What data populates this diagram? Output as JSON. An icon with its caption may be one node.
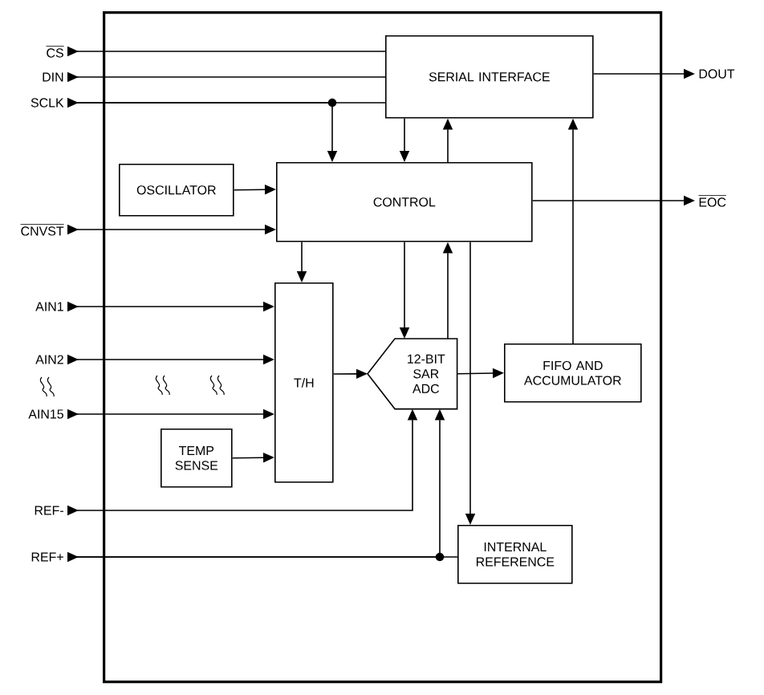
{
  "diagram": {
    "nodes": [
      {
        "text": [],
        "shape": "box"
      },
      {
        "text": [
          "CS"
        ]
      },
      {
        "text": [
          "DIN"
        ]
      },
      {
        "text": [
          "SCLK"
        ]
      },
      {
        "text": [
          "SERIAL INTERFACE"
        ],
        "in": 0
      },
      {
        "text": [
          "DOUT"
        ]
      },
      {
        "text": [
          "OSCILLATOR"
        ],
        "in": 0
      },
      {
        "text": [
          "CONTROL"
        ],
        "in": 0
      },
      {
        "text": [
          "EOC"
        ]
      },
      {
        "text": [
          "CNVST"
        ]
      },
      {
        "text": [
          "AIN1"
        ]
      },
      {
        "text": [
          "T/H"
        ],
        "in": 0
      },
      {
        "text": [
          "12-BIT SAR ADC"
        ],
        "in": 0
      },
      {
        "text": [
          "FIFO AND ACCUMULATOR"
        ],
        "in": 0
      },
      {
        "text": [
          "AIN2"
        ]
      },
      {
        "text": [
          "AIN15"
        ]
      },
      {
        "text": [
          "TEMP SENSE"
        ],
        "in": 0
      },
      {
        "text": [
          "REF-"
        ]
      },
      {
        "text": [
          "REF+"
        ]
      },
      {
        "text": [
          "INTERNAL REFERENCE"
        ],
        "in": 0
      }
    ],
    "edges": [
      {
        "from": 1,
        "to": 4,
        "arrow": "to"
      },
      {
        "from": 2,
        "to": 4,
        "arrow": "to"
      },
      {
        "from": 3,
        "to": 4,
        "arrow": "to"
      },
      {
        "from": 3,
        "to": 7,
        "arrow": "to"
      },
      {
        "from": 4,
        "to": 7,
        "arrow": "to"
      },
      {
        "from": 7,
        "to": 4,
        "arrow": "to"
      },
      {
        "from": 4,
        "to": 5,
        "arrow": "to"
      },
      {
        "from": 6,
        "to": 7,
        "arrow": "to"
      },
      {
        "from": 9,
        "to": 7,
        "arrow": "to"
      },
      {
        "from": 7,
        "to": 8,
        "arrow": "to"
      },
      {
        "from": 7,
        "to": 11,
        "arrow": "to"
      },
      {
        "from": 10,
        "to": 11,
        "arrow": "to"
      },
      {
        "from": 14,
        "to": 11,
        "arrow": "to"
      },
      {
        "from": 15,
        "to": 11,
        "arrow": "to"
      },
      {
        "from": 16,
        "to": 11,
        "arrow": "to"
      },
      {
        "from": 7,
        "to": 12,
        "arrow": "to"
      },
      {
        "from": 12,
        "to": 7,
        "arrow": "to"
      },
      {
        "from": 11,
        "to": 12,
        "arrow": "to"
      },
      {
        "from": 12,
        "to": 13,
        "arrow": "to"
      },
      {
        "from": 13,
        "to": 4,
        "arrow": "to"
      },
      {
        "from": 7,
        "to": 19,
        "arrow": "to"
      },
      {
        "from": 17,
        "to": 12,
        "arrow": "to"
      },
      {
        "from": 18,
        "to": 19,
        "arrow": "to"
      },
      {
        "from": 18,
        "to": 12,
        "arrow": "to"
      }
    ]
  }
}
